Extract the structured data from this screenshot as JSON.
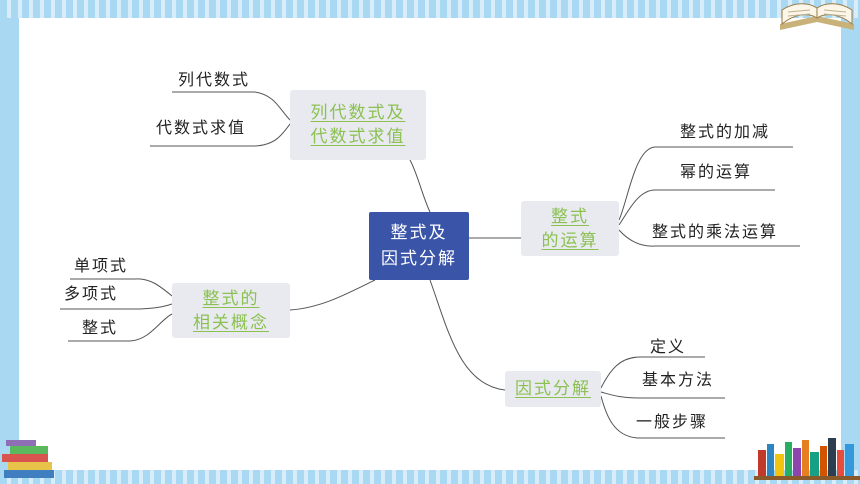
{
  "center": {
    "line1": "整式及",
    "line2": "因式分解"
  },
  "top_left": {
    "line1": "列代数式及",
    "line2": "代数式求值",
    "items": [
      "列代数式",
      "代数式求值"
    ]
  },
  "left": {
    "line1": "整式的",
    "line2": "相关概念",
    "items": [
      "单项式",
      "多项式",
      "整式"
    ]
  },
  "right_top": {
    "line1": "整式",
    "line2": "的运算",
    "items": [
      "整式的加减",
      "幂的运算",
      "整式的乘法运算"
    ]
  },
  "right_bottom": {
    "label": "因式分解",
    "items": [
      "定义",
      "基本方法",
      "一般步骤"
    ]
  },
  "colors": {
    "center_fill": "#3a55a8",
    "node_fill": "#e8eaf0",
    "node_text": "#8cc152",
    "frame": "#a9d8f2"
  },
  "decorations": [
    "open-book-icon",
    "book-stack-icon",
    "bookshelf-icon"
  ]
}
